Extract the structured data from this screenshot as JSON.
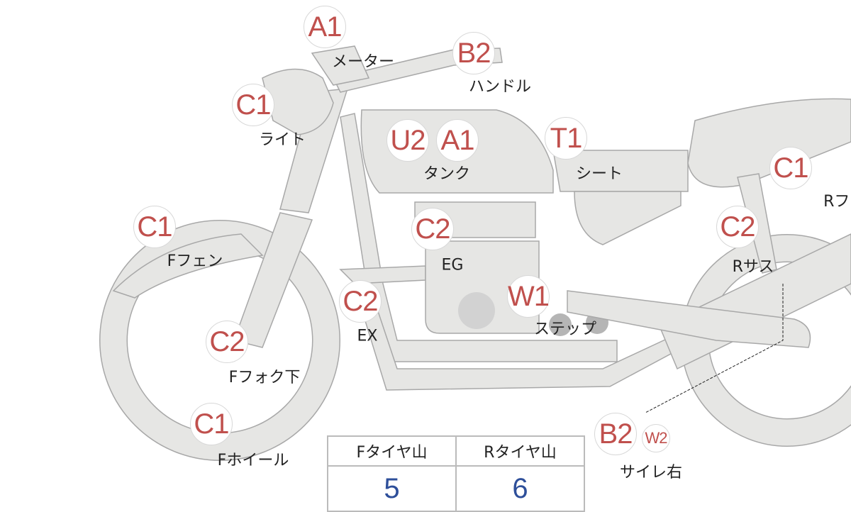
{
  "markers": [
    {
      "code": "A1",
      "label": "メーター"
    },
    {
      "code": "B2",
      "label": "ハンドル"
    },
    {
      "code": "C1",
      "label": "ライト"
    },
    {
      "code": "U2",
      "code2": "A1",
      "label": "タンク"
    },
    {
      "code": "T1",
      "label": "シート"
    },
    {
      "code": "C1",
      "label": "Rフェ"
    },
    {
      "code": "C1",
      "label": "Fフェン"
    },
    {
      "code": "C2",
      "label": "EG"
    },
    {
      "code": "C2",
      "label": "Rサス"
    },
    {
      "code": "C2",
      "label": "EX"
    },
    {
      "code": "W1",
      "label": "ステップ"
    },
    {
      "code": "C2",
      "label": "Fフォク下"
    },
    {
      "code": "C1",
      "label": "Fホイール"
    },
    {
      "code": "B2",
      "code2": "W2",
      "label": "サイレ右"
    }
  ],
  "tire_table": {
    "headers": [
      "Fタイヤ山",
      "Rタイヤ山"
    ],
    "values": [
      "5",
      "6"
    ]
  },
  "colors": {
    "marker_text": "#c0504d",
    "value_text": "#2e4f9a",
    "body_fill": "#e6e6e4"
  }
}
